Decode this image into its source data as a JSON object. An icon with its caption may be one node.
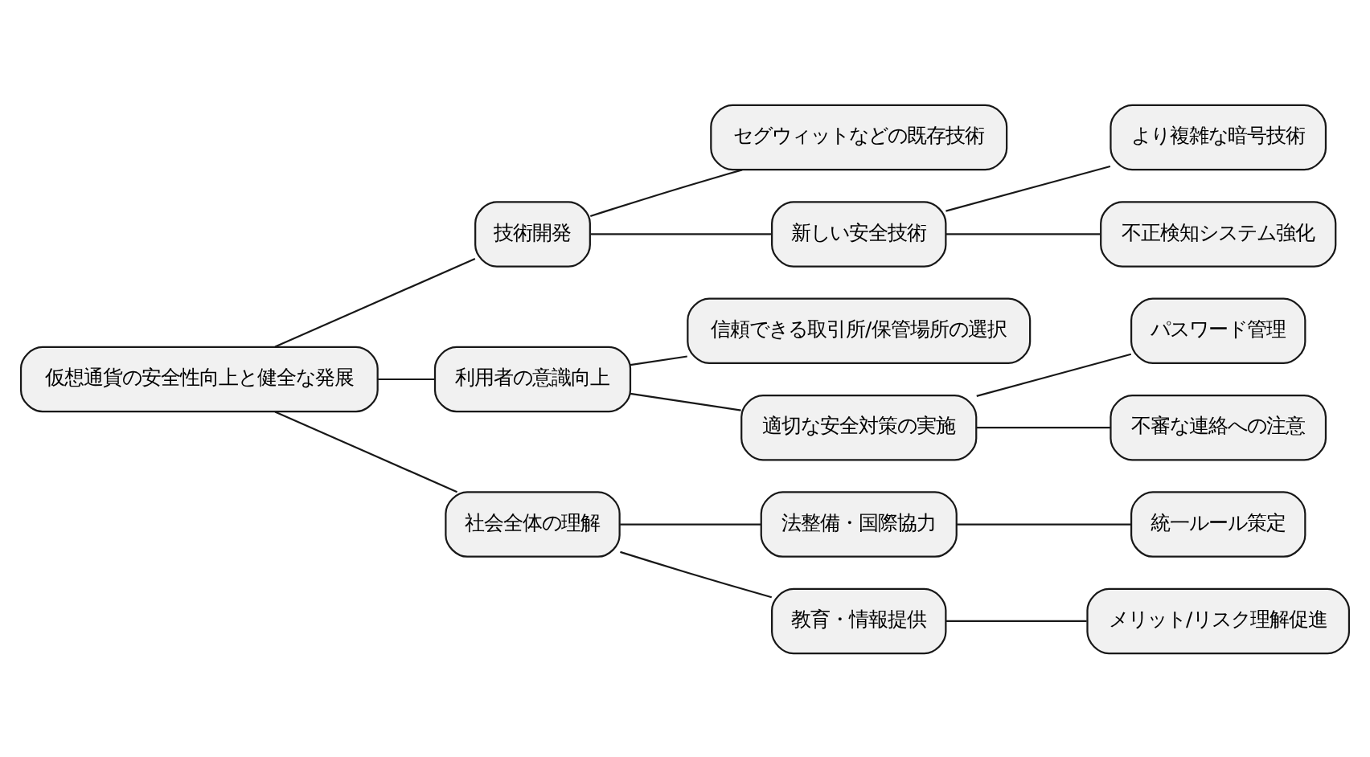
{
  "diagram": {
    "nodes": [
      {
        "text": [
          "仮想通貨の安全性向上と健全な発展"
        ]
      },
      {
        "text": [
          "技術開発"
        ]
      },
      {
        "text": [
          "セグウィットなどの既存技術"
        ]
      },
      {
        "text": [
          "新しい安全技術"
        ]
      },
      {
        "text": [
          "より複雑な暗号技術"
        ]
      },
      {
        "text": [
          "不正検知システム強化"
        ]
      },
      {
        "text": [
          "利用者の意識向上"
        ]
      },
      {
        "text": [
          "信頼できる取引所/保管場所の選択"
        ]
      },
      {
        "text": [
          "適切な安全対策の実施"
        ]
      },
      {
        "text": [
          "パスワード管理"
        ]
      },
      {
        "text": [
          "不審な連絡への注意"
        ]
      },
      {
        "text": [
          "社会全体の理解"
        ]
      },
      {
        "text": [
          "法整備・国際協力"
        ]
      },
      {
        "text": [
          "統一ルール策定"
        ]
      },
      {
        "text": [
          "教育・情報提供"
        ]
      },
      {
        "text": [
          "メリット/リスク理解促進"
        ]
      }
    ],
    "edges": [
      {
        "from": 0,
        "to": 1,
        "arrow": "none"
      },
      {
        "from": 1,
        "to": 2,
        "arrow": "none"
      },
      {
        "from": 1,
        "to": 3,
        "arrow": "none"
      },
      {
        "from": 3,
        "to": 4,
        "arrow": "none"
      },
      {
        "from": 3,
        "to": 5,
        "arrow": "none"
      },
      {
        "from": 0,
        "to": 6,
        "arrow": "none"
      },
      {
        "from": 6,
        "to": 7,
        "arrow": "none"
      },
      {
        "from": 6,
        "to": 8,
        "arrow": "none"
      },
      {
        "from": 8,
        "to": 9,
        "arrow": "none"
      },
      {
        "from": 8,
        "to": 10,
        "arrow": "none"
      },
      {
        "from": 0,
        "to": 11,
        "arrow": "none"
      },
      {
        "from": 11,
        "to": 12,
        "arrow": "none"
      },
      {
        "from": 12,
        "to": 13,
        "arrow": "none"
      },
      {
        "from": 11,
        "to": 14,
        "arrow": "none"
      },
      {
        "from": 14,
        "to": 15,
        "arrow": "none"
      }
    ]
  }
}
